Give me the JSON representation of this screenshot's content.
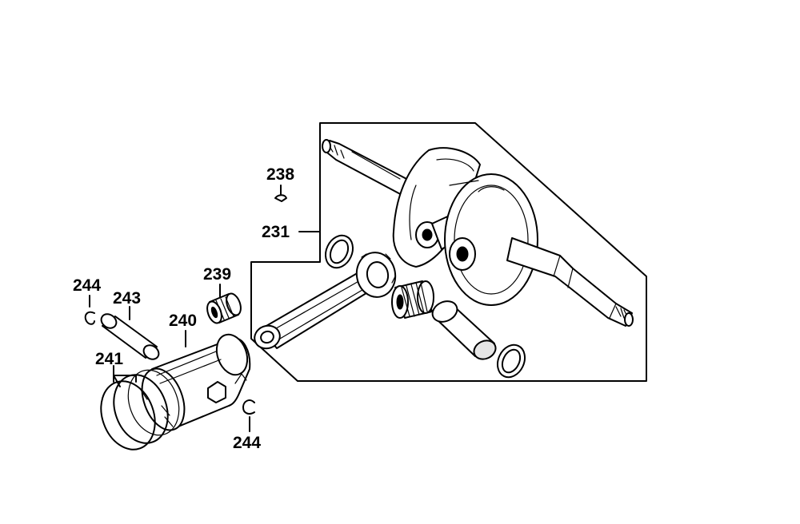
{
  "diagram": {
    "background_color": "#ffffff",
    "ink_color": "#000000",
    "callouts": {
      "c238": "238",
      "c231": "231",
      "c239": "239",
      "c244_top": "244",
      "c243": "243",
      "c240": "240",
      "c241": "241",
      "c244_bottom": "244"
    },
    "parts": [
      "crankshaft",
      "connecting-rod",
      "needle-bearing",
      "crank-pin",
      "thrust-washer",
      "woodruff-key",
      "piston",
      "piston-pin",
      "piston-rings",
      "piston-pin-clip"
    ]
  }
}
